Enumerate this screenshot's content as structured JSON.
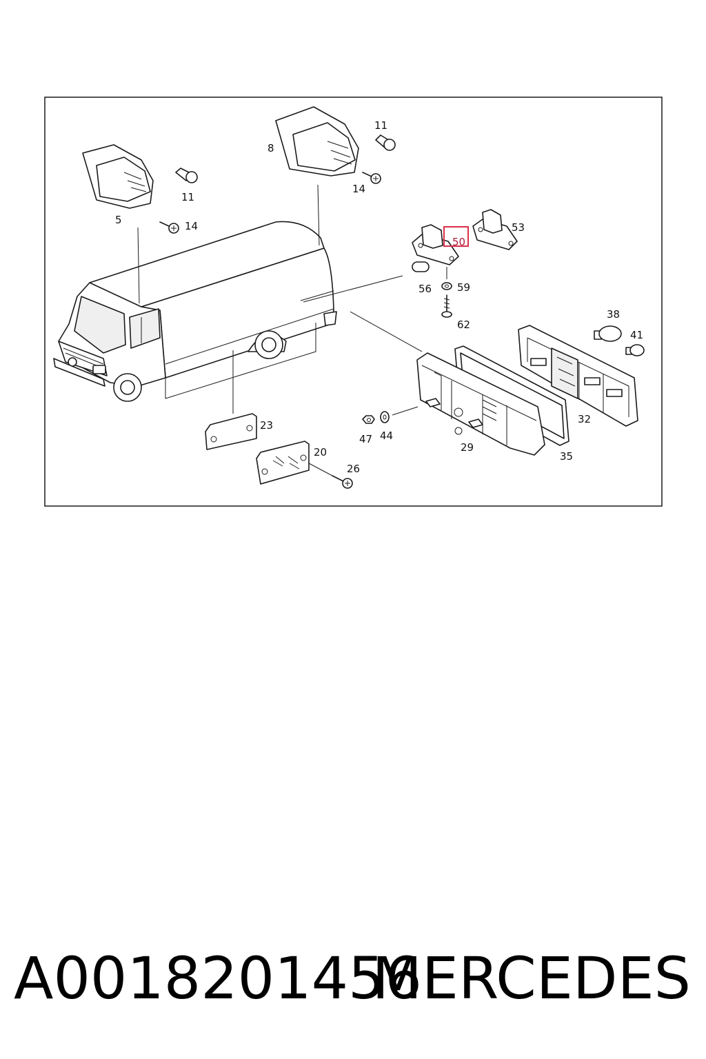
{
  "diagram": {
    "callouts": [
      "5",
      "8",
      "11",
      "11",
      "14",
      "14",
      "50",
      "53",
      "56",
      "59",
      "62",
      "38",
      "41",
      "32",
      "35",
      "29",
      "47",
      "44",
      "23",
      "20",
      "26"
    ],
    "highlighted_callout": "50",
    "highlight_color": "#d9304a"
  },
  "footer": {
    "part_number": "A0018201456",
    "brand": "MERCEDES"
  }
}
